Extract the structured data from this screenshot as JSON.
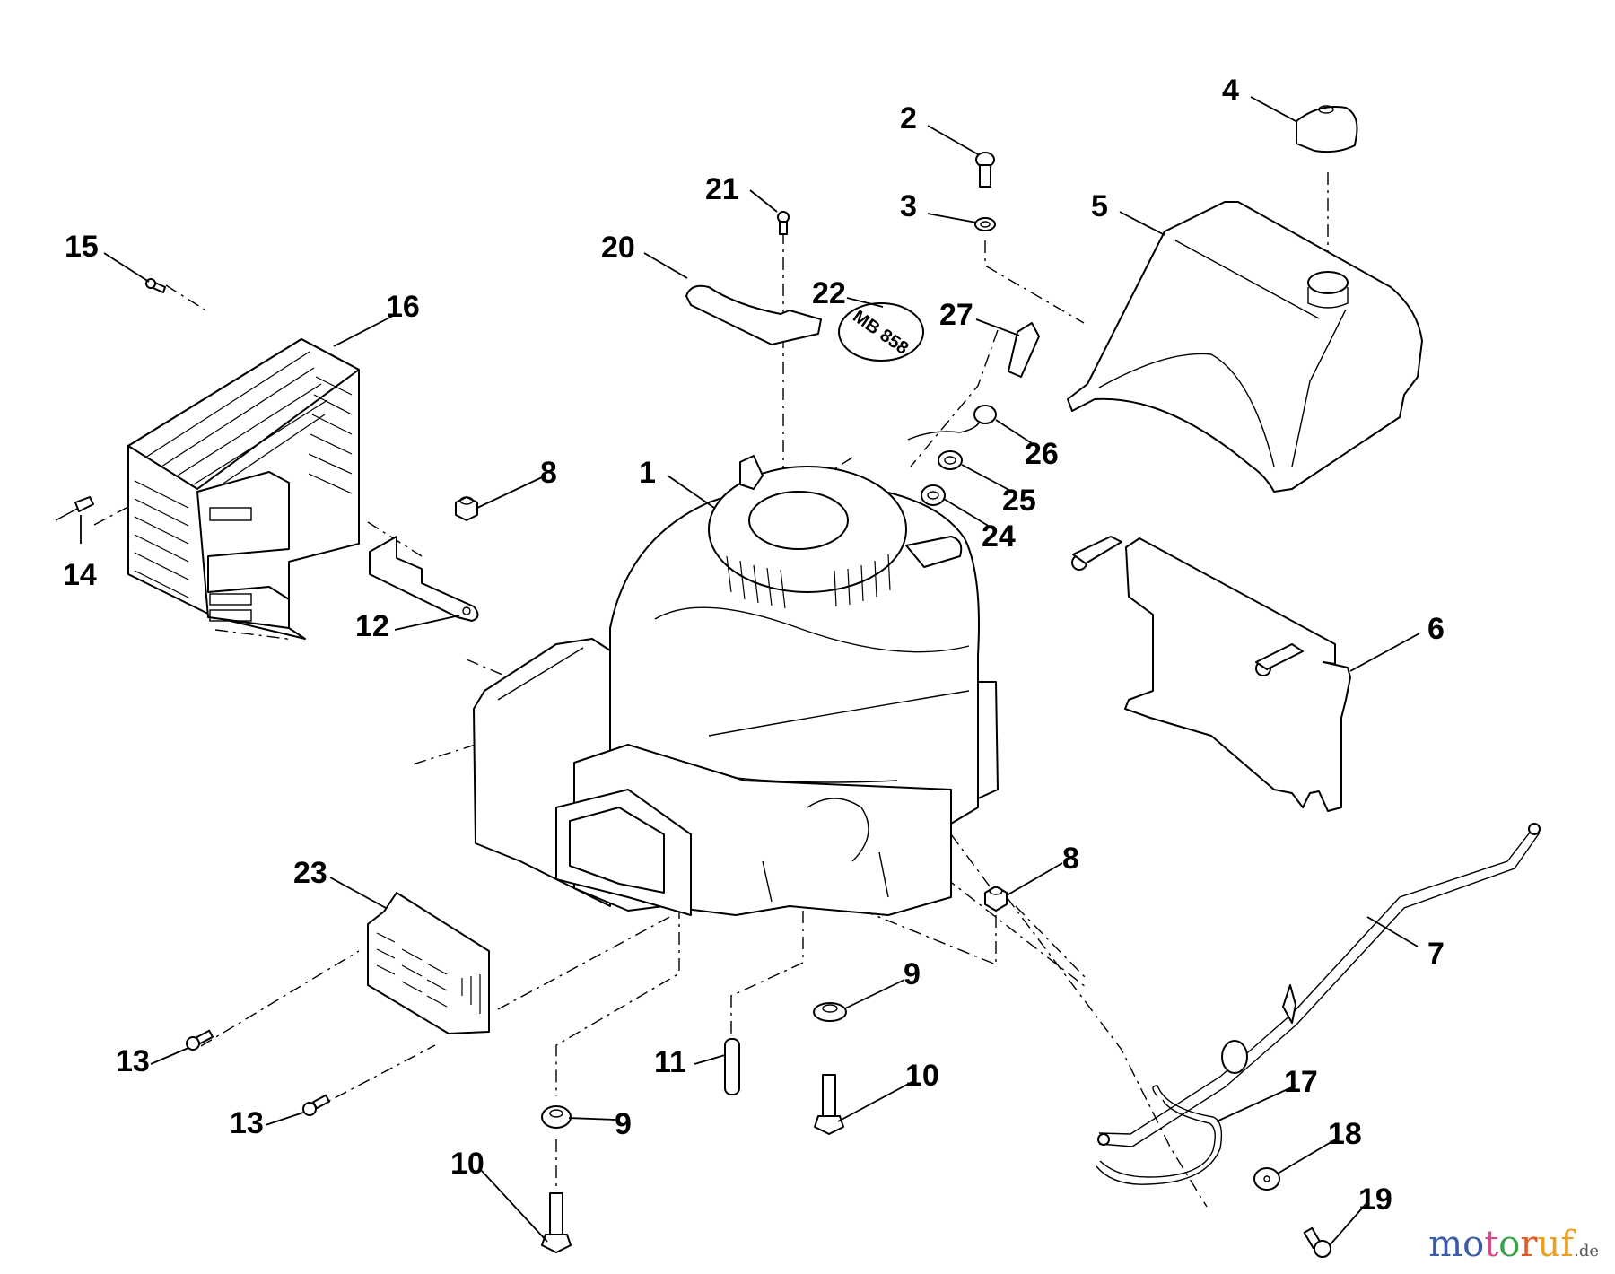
{
  "diagram": {
    "title": "Engine assembly exploded parts diagram",
    "sticker_text": "MB 858",
    "labels": [
      {
        "id": "label-1",
        "text": "1",
        "part": "engine"
      },
      {
        "id": "label-2",
        "text": "2",
        "part": "bolt"
      },
      {
        "id": "label-3",
        "text": "3",
        "part": "washer"
      },
      {
        "id": "label-4",
        "text": "4",
        "part": "fuel-cap"
      },
      {
        "id": "label-5",
        "text": "5",
        "part": "fuel-tank"
      },
      {
        "id": "label-6",
        "text": "6",
        "part": "tank-bracket"
      },
      {
        "id": "label-7",
        "text": "7",
        "part": "fuel-line"
      },
      {
        "id": "label-8a",
        "text": "8",
        "part": "nut"
      },
      {
        "id": "label-8b",
        "text": "8",
        "part": "nut"
      },
      {
        "id": "label-9a",
        "text": "9",
        "part": "spacer"
      },
      {
        "id": "label-9b",
        "text": "9",
        "part": "spacer"
      },
      {
        "id": "label-10a",
        "text": "10",
        "part": "bolt"
      },
      {
        "id": "label-10b",
        "text": "10",
        "part": "bolt"
      },
      {
        "id": "label-11",
        "text": "11",
        "part": "key"
      },
      {
        "id": "label-12",
        "text": "12",
        "part": "strap-bracket"
      },
      {
        "id": "label-13a",
        "text": "13",
        "part": "screw"
      },
      {
        "id": "label-13b",
        "text": "13",
        "part": "screw"
      },
      {
        "id": "label-14",
        "text": "14",
        "part": "rivet"
      },
      {
        "id": "label-15",
        "text": "15",
        "part": "screw"
      },
      {
        "id": "label-16",
        "text": "16",
        "part": "engine-shield"
      },
      {
        "id": "label-17",
        "text": "17",
        "part": "hose"
      },
      {
        "id": "label-18",
        "text": "18",
        "part": "washer"
      },
      {
        "id": "label-19",
        "text": "19",
        "part": "screw"
      },
      {
        "id": "label-20",
        "text": "20",
        "part": "plate"
      },
      {
        "id": "label-21",
        "text": "21",
        "part": "screw"
      },
      {
        "id": "label-22",
        "text": "22",
        "part": "decal"
      },
      {
        "id": "label-23",
        "text": "23",
        "part": "muffler-guard"
      },
      {
        "id": "label-24",
        "text": "24",
        "part": "lock-washer"
      },
      {
        "id": "label-25",
        "text": "25",
        "part": "washer"
      },
      {
        "id": "label-26",
        "text": "26",
        "part": "ground-wire-terminal"
      },
      {
        "id": "label-27",
        "text": "27",
        "part": "stud"
      }
    ]
  },
  "watermark": {
    "letters": [
      {
        "ch": "m",
        "color": "#3b5aa8"
      },
      {
        "ch": "o",
        "color": "#3b5aa8"
      },
      {
        "ch": "t",
        "color": "#d94a8c"
      },
      {
        "ch": "o",
        "color": "#3aa04a"
      },
      {
        "ch": "r",
        "color": "#e05a2a"
      },
      {
        "ch": "u",
        "color": "#e8a020"
      },
      {
        "ch": "f",
        "color": "#e8a020"
      }
    ],
    "suffix": ".de"
  }
}
